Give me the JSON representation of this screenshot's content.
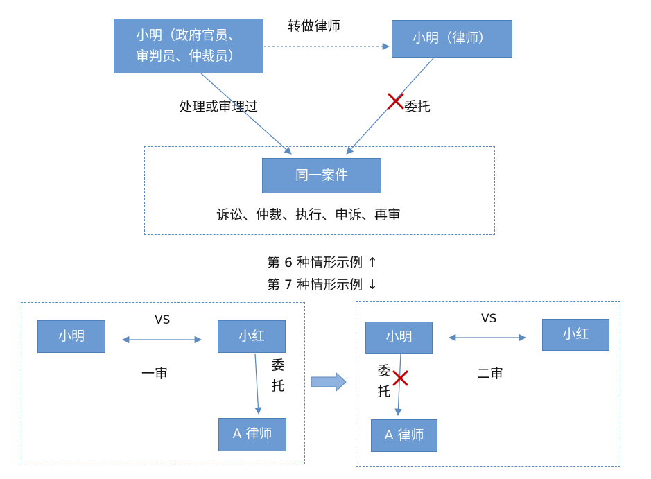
{
  "top": {
    "official_box": [
      "小明（政府官员、",
      "审判员、仲裁员）"
    ],
    "lawyer_box": "小明（律师）",
    "transfer_label": "转做律师",
    "handled_label": "处理或审理过",
    "entrust_label": "委托",
    "case_box": "同一案件",
    "case_types": "诉讼、仲裁、执行、申诉、再审"
  },
  "captions": {
    "example6": "第 6 种情形示例",
    "example6_arrow": "↑",
    "example7": "第 7 种情形示例",
    "example7_arrow": "↓"
  },
  "left_panel": {
    "xiaoming": "小明",
    "xiaohong": "小红",
    "vs": "VS",
    "trial": "一审",
    "entrust_1": "委",
    "entrust_2": "托",
    "lawyer": "A 律师"
  },
  "right_panel": {
    "xiaoming": "小明",
    "xiaohong": "小红",
    "vs": "VS",
    "trial": "二审",
    "entrust_1": "委",
    "entrust_2": "托",
    "lawyer": "A 律师"
  },
  "colors": {
    "box_fill": "#6b9bd2",
    "box_border": "#4f7fb9",
    "line": "#5b8ac0",
    "forbidden_mark": "#c00000"
  }
}
